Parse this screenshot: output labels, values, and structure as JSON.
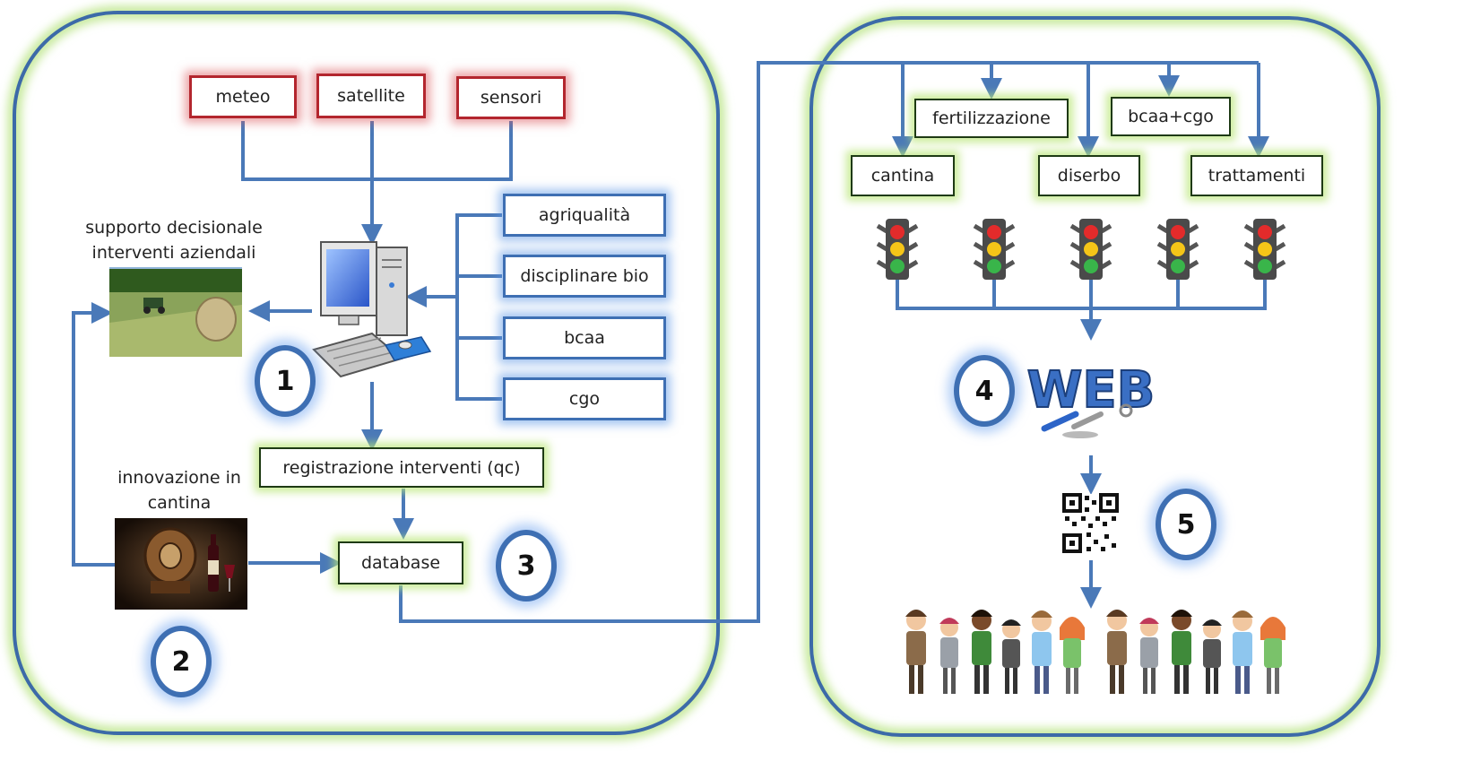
{
  "sources": [
    "meteo",
    "satellite",
    "sensori"
  ],
  "rules": [
    "agriqualità",
    "disciplinare bio",
    "bcaa",
    "cgo"
  ],
  "left_captions": {
    "support_line1": "supporto decisionale",
    "support_line2": "interventi aziendali",
    "innovation_line1": "innovazione in",
    "innovation_line2": "cantina"
  },
  "registration": "registrazione interventi (qc)",
  "database": "database",
  "targets_top": [
    "fertilizzazione",
    "bcaa+cgo"
  ],
  "targets_bottom": [
    "cantina",
    "diserbo",
    "trattamenti"
  ],
  "web_logo": "WEB",
  "steps": [
    "1",
    "2",
    "3",
    "4",
    "5"
  ],
  "colors": {
    "arrow": "#4a79b8",
    "panel_border": "#3c6aa8",
    "panel_glow": "#c9eaa0",
    "red_box": "#b3262e",
    "blue_box": "#3e6fb3",
    "green_box": "#1e3a14"
  }
}
